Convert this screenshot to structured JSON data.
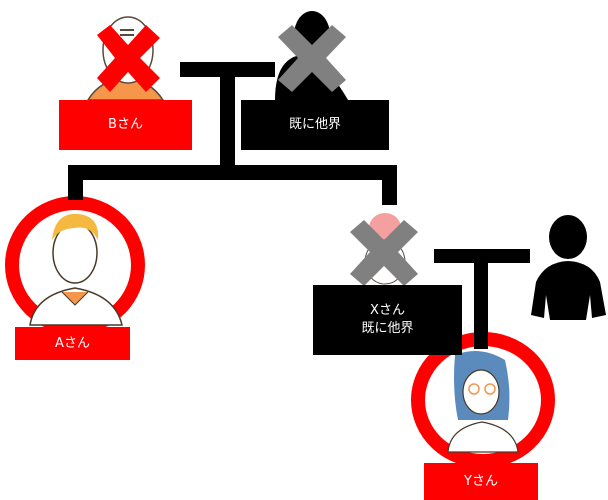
{
  "colors": {
    "alive": "#ff0000",
    "deceased": "#000000",
    "cross_b": "#ff0000",
    "cross_gray": "#808080"
  },
  "people": {
    "b": {
      "label": "Bさん"
    },
    "b_spouse": {
      "label": "既に他界"
    },
    "a": {
      "label": "Aさん"
    },
    "x": {
      "line1": "Xさん",
      "line2": "既に他界"
    },
    "y": {
      "label": "Yさん"
    }
  }
}
